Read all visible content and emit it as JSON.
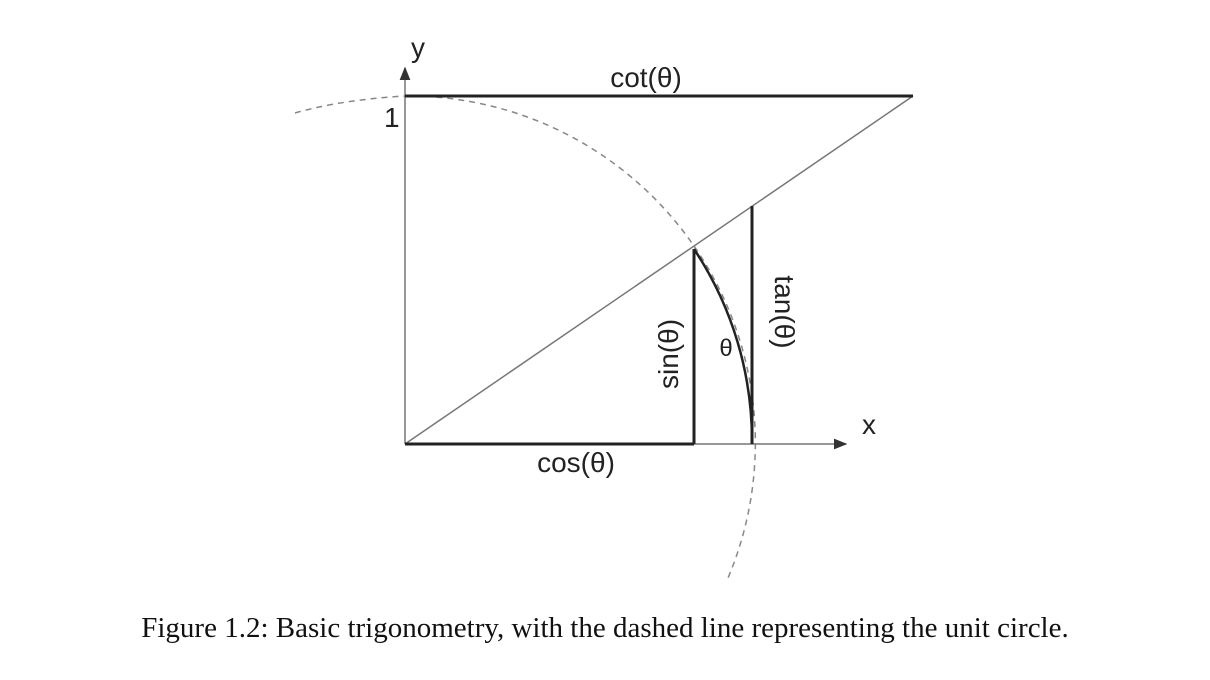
{
  "diagram": {
    "y_axis_label": "y",
    "x_axis_label": "x",
    "y_tick_label": "1",
    "cot_label": "cot(θ)",
    "cos_label": "cos(θ)",
    "sin_label": "sin(θ)",
    "tan_label": "tan(θ)",
    "theta_label": "θ"
  },
  "caption": "Figure 1.2: Basic trigonometry, with the dashed line representing the unit circle."
}
